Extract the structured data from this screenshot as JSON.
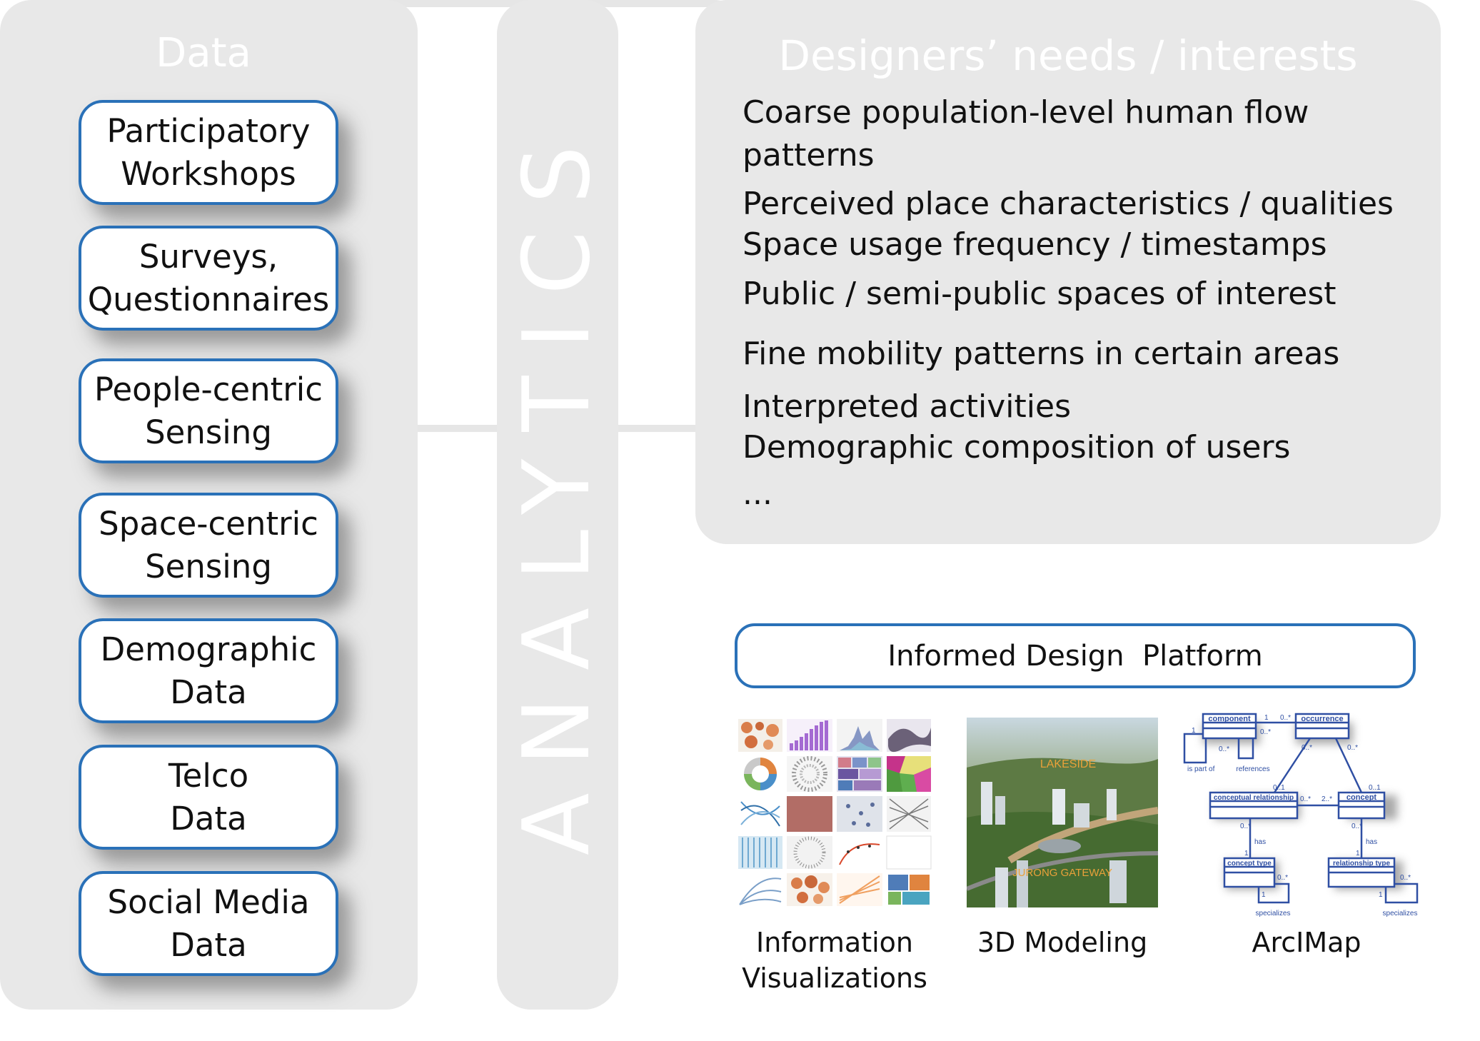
{
  "data_panel": {
    "title": "Data",
    "items": [
      {
        "label": "Participatory\nWorkshops"
      },
      {
        "label": "Surveys,\nQuestionnaires"
      },
      {
        "label": "People-centric\nSensing"
      },
      {
        "label": "Space-centric\nSensing"
      },
      {
        "label": "Demographic\nData"
      },
      {
        "label": "Telco\nData"
      },
      {
        "label": "Social Media\nData"
      }
    ]
  },
  "analytics": {
    "label": "ANALYTICS"
  },
  "needs_panel": {
    "title": "Designers’ needs / interests",
    "items": [
      "Coarse population-level human flow",
      "patterns",
      "Perceived place characteristics / qualities",
      "Space usage frequency / timestamps",
      "Public / semi-public spaces of interest",
      "Fine mobility patterns in certain areas",
      "Interpreted activities",
      "Demographic composition of users",
      "..."
    ]
  },
  "platform": {
    "title": "Informed Design  Platform",
    "tools": [
      {
        "caption": "Information\nVisualizations"
      },
      {
        "caption": "3D Modeling"
      },
      {
        "caption": "ArcIMap"
      }
    ],
    "model_labels": {
      "lakeside": "LAKESIDE",
      "jurong": "JURONG GATEWAY"
    },
    "uml": {
      "component": "component",
      "occurrence": "occurrence",
      "conceptual_relationship": "conceptual relationship",
      "concept": "concept",
      "concept_type": "concept type",
      "relationship_type": "relationship type",
      "is_part_of": "is part of",
      "references": "references",
      "has": "has",
      "specializes": "specializes",
      "m1": "1",
      "m0s": "0..*",
      "m01": "0..1",
      "m2s": "2..*"
    }
  },
  "colors": {
    "panel_gray": "#e8e8e8",
    "box_border_blue": "#2a71b8",
    "uml_blue": "#2f4fa3"
  }
}
